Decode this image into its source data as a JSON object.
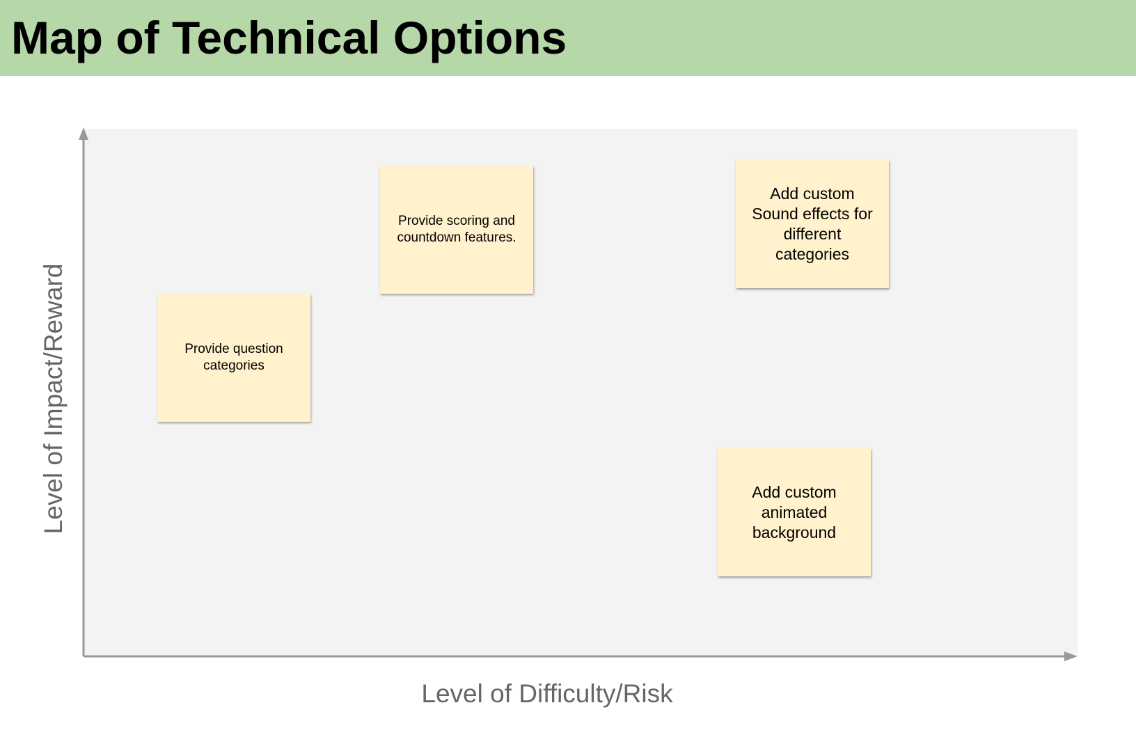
{
  "title": "Map of Technical Options",
  "axes": {
    "x_label": "Level of Difficulty/Risk",
    "y_label": "Level of Impact/Reward",
    "color": "#999999"
  },
  "notes": [
    {
      "text": "Provide question categories"
    },
    {
      "text": "Provide scoring and countdown features."
    },
    {
      "text": "Add custom Sound effects for different categories"
    },
    {
      "text": "Add custom animated background"
    }
  ],
  "colors": {
    "title_bar": "#b6d7a8",
    "plot_background": "#f3f3f3",
    "sticky_note": "#fff2cc",
    "axis_label": "#666666"
  }
}
